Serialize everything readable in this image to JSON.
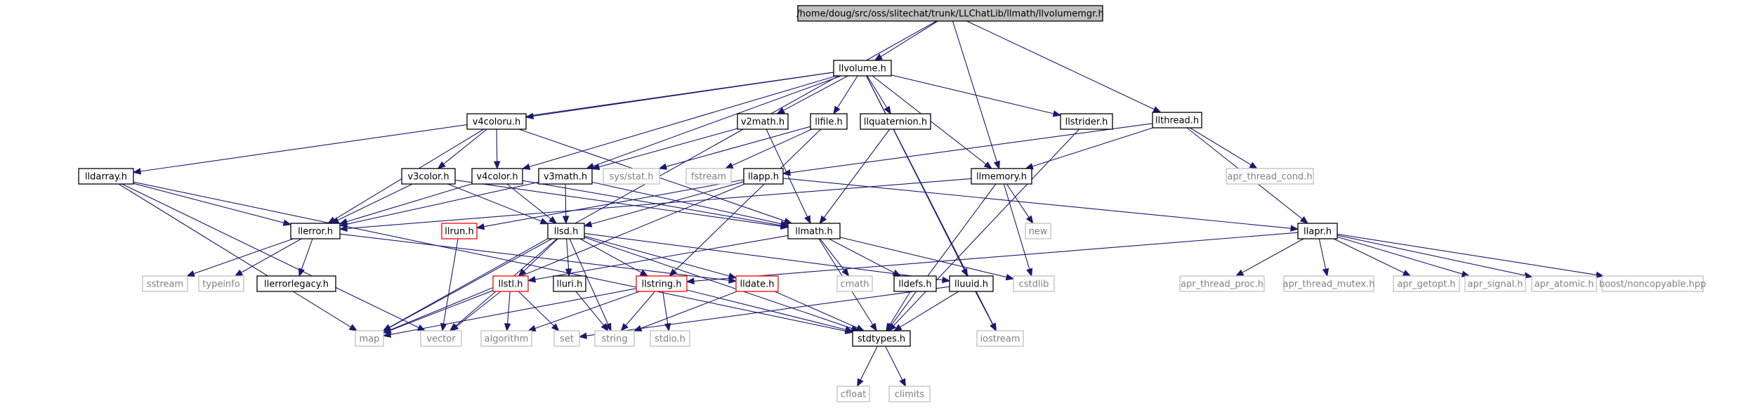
{
  "colors": {
    "edge": "#191970",
    "root_fill": "#bfbfbf",
    "normal_border": "#000000",
    "external_border": "#bfbfbf",
    "external_text": "#7f7f7f",
    "truncated_border": "#ff0000"
  },
  "nodes": [
    {
      "id": "root",
      "label": "/home/doug/src/oss/slitechat/trunk/LLChatLib/llmath/llvolumemgr.h",
      "kind": "root"
    },
    {
      "id": "llvolume",
      "label": "llvolume.h",
      "kind": "normal"
    },
    {
      "id": "llthread",
      "label": "llthread.h",
      "kind": "normal"
    },
    {
      "id": "map",
      "label": "map",
      "kind": "external"
    },
    {
      "id": "v4coloru",
      "label": "v4coloru.h",
      "kind": "normal"
    },
    {
      "id": "v2math",
      "label": "v2math.h",
      "kind": "normal"
    },
    {
      "id": "llfile",
      "label": "llfile.h",
      "kind": "normal"
    },
    {
      "id": "llquaternion",
      "label": "llquaternion.h",
      "kind": "normal"
    },
    {
      "id": "llstrider",
      "label": "llstrider.h",
      "kind": "normal"
    },
    {
      "id": "lldarray",
      "label": "lldarray.h",
      "kind": "normal"
    },
    {
      "id": "v3color",
      "label": "v3color.h",
      "kind": "normal"
    },
    {
      "id": "v4color",
      "label": "v4color.h",
      "kind": "normal"
    },
    {
      "id": "v3math",
      "label": "v3math.h",
      "kind": "normal"
    },
    {
      "id": "sysstat",
      "label": "sys/stat.h",
      "kind": "external"
    },
    {
      "id": "fstream",
      "label": "fstream",
      "kind": "external"
    },
    {
      "id": "llapp",
      "label": "llapp.h",
      "kind": "normal"
    },
    {
      "id": "llmemory",
      "label": "llmemory.h",
      "kind": "normal"
    },
    {
      "id": "aprthreadcond",
      "label": "apr_thread_cond.h",
      "kind": "external"
    },
    {
      "id": "llerror",
      "label": "llerror.h",
      "kind": "normal"
    },
    {
      "id": "llrun",
      "label": "llrun.h",
      "kind": "truncated"
    },
    {
      "id": "llsd",
      "label": "llsd.h",
      "kind": "normal"
    },
    {
      "id": "llmath",
      "label": "llmath.h",
      "kind": "normal"
    },
    {
      "id": "new",
      "label": "new",
      "kind": "external"
    },
    {
      "id": "llapr",
      "label": "llapr.h",
      "kind": "normal"
    },
    {
      "id": "sstream",
      "label": "sstream",
      "kind": "external"
    },
    {
      "id": "typeinfo",
      "label": "typeinfo",
      "kind": "external"
    },
    {
      "id": "llerrorlegacy",
      "label": "llerrorlegacy.h",
      "kind": "normal"
    },
    {
      "id": "llstl",
      "label": "llstl.h",
      "kind": "truncated"
    },
    {
      "id": "lluri",
      "label": "lluri.h",
      "kind": "normal"
    },
    {
      "id": "llstring",
      "label": "llstring.h",
      "kind": "truncated"
    },
    {
      "id": "lldate",
      "label": "lldate.h",
      "kind": "truncated"
    },
    {
      "id": "cmath",
      "label": "cmath",
      "kind": "external"
    },
    {
      "id": "lldefs",
      "label": "lldefs.h",
      "kind": "normal"
    },
    {
      "id": "llluuid",
      "label": "lluuid.h",
      "kind": "normal"
    },
    {
      "id": "cstdlib",
      "label": "cstdlib",
      "kind": "external"
    },
    {
      "id": "aprthreadproc",
      "label": "apr_thread_proc.h",
      "kind": "external"
    },
    {
      "id": "aprthreadmutex",
      "label": "apr_thread_mutex.h",
      "kind": "external"
    },
    {
      "id": "aprgetopt",
      "label": "apr_getopt.h",
      "kind": "external"
    },
    {
      "id": "aprsignal",
      "label": "apr_signal.h",
      "kind": "external"
    },
    {
      "id": "apratomic",
      "label": "apr_atomic.h",
      "kind": "external"
    },
    {
      "id": "boostnoncopyable",
      "label": "boost/noncopyable.hpp",
      "kind": "external"
    },
    {
      "id": "vector",
      "label": "vector",
      "kind": "external"
    },
    {
      "id": "algorithm",
      "label": "algorithm",
      "kind": "external"
    },
    {
      "id": "set",
      "label": "set",
      "kind": "external"
    },
    {
      "id": "string",
      "label": "string",
      "kind": "external"
    },
    {
      "id": "stdio",
      "label": "stdio.h",
      "kind": "external"
    },
    {
      "id": "stdtypes",
      "label": "stdtypes.h",
      "kind": "normal"
    },
    {
      "id": "iostream",
      "label": "iostream",
      "kind": "external"
    },
    {
      "id": "cfloat",
      "label": "cfloat",
      "kind": "external"
    },
    {
      "id": "climits",
      "label": "climits",
      "kind": "external"
    }
  ],
  "edges": [
    [
      "root",
      "llvolume"
    ],
    [
      "root",
      "llthread"
    ],
    [
      "root",
      "map"
    ],
    [
      "root",
      "llmemory"
    ],
    [
      "llvolume",
      "v4coloru"
    ],
    [
      "llvolume",
      "v2math"
    ],
    [
      "llvolume",
      "llfile"
    ],
    [
      "llvolume",
      "llquaternion"
    ],
    [
      "llvolume",
      "llstrider"
    ],
    [
      "llvolume",
      "lldarray"
    ],
    [
      "llvolume",
      "v4color"
    ],
    [
      "llvolume",
      "v3math"
    ],
    [
      "llvolume",
      "llmemory"
    ],
    [
      "llvolume",
      "llluuid"
    ],
    [
      "llvolume",
      "iostream"
    ],
    [
      "llthread",
      "llapp"
    ],
    [
      "llthread",
      "llmemory"
    ],
    [
      "llthread",
      "aprthreadcond"
    ],
    [
      "llthread",
      "llapr"
    ],
    [
      "v4coloru",
      "v3color"
    ],
    [
      "v4coloru",
      "v4color"
    ],
    [
      "v4coloru",
      "llerror"
    ],
    [
      "v4coloru",
      "llmath"
    ],
    [
      "v2math",
      "v3math"
    ],
    [
      "v2math",
      "llmath"
    ],
    [
      "llfile",
      "sysstat"
    ],
    [
      "llfile",
      "fstream"
    ],
    [
      "llfile",
      "llstring"
    ],
    [
      "llquaternion",
      "llmath"
    ],
    [
      "llstrider",
      "stdtypes"
    ],
    [
      "lldarray",
      "llerror"
    ],
    [
      "lldarray",
      "map"
    ],
    [
      "lldarray",
      "vector"
    ],
    [
      "lldarray",
      "stdtypes"
    ],
    [
      "v3color",
      "llerror"
    ],
    [
      "v3color",
      "llmath"
    ],
    [
      "v3color",
      "llsd"
    ],
    [
      "v4color",
      "llerror"
    ],
    [
      "v4color",
      "llmath"
    ],
    [
      "v4color",
      "llsd"
    ],
    [
      "v3math",
      "llerror"
    ],
    [
      "v3math",
      "llmath"
    ],
    [
      "v3math",
      "llsd"
    ],
    [
      "llapp",
      "llrun"
    ],
    [
      "llapp",
      "llsd"
    ],
    [
      "llapp",
      "llapr"
    ],
    [
      "llapp",
      "map"
    ],
    [
      "llmemory",
      "llerror"
    ],
    [
      "llmemory",
      "new"
    ],
    [
      "llmemory",
      "cstdlib"
    ],
    [
      "llmemory",
      "stdtypes"
    ],
    [
      "llerror",
      "sstream"
    ],
    [
      "llerror",
      "typeinfo"
    ],
    [
      "llerror",
      "llerrorlegacy"
    ],
    [
      "llerror",
      "lldate"
    ],
    [
      "llrun",
      "vector"
    ],
    [
      "llsd",
      "llstl"
    ],
    [
      "llsd",
      "lluri"
    ],
    [
      "llsd",
      "llstring"
    ],
    [
      "llsd",
      "lldate"
    ],
    [
      "llsd",
      "llluuid"
    ],
    [
      "llsd",
      "map"
    ],
    [
      "llsd",
      "string"
    ],
    [
      "llsd",
      "vector"
    ],
    [
      "llsd",
      "stdtypes"
    ],
    [
      "llmath",
      "cmath"
    ],
    [
      "llmath",
      "lldefs"
    ],
    [
      "llmath",
      "llstl"
    ],
    [
      "llmath",
      "cstdlib"
    ],
    [
      "llmath",
      "stdtypes"
    ],
    [
      "llapr",
      "llstring"
    ],
    [
      "llapr",
      "aprthreadproc"
    ],
    [
      "llapr",
      "aprthreadmutex"
    ],
    [
      "llapr",
      "aprgetopt"
    ],
    [
      "llapr",
      "aprsignal"
    ],
    [
      "llapr",
      "apratomic"
    ],
    [
      "llapr",
      "boostnoncopyable"
    ],
    [
      "llstl",
      "map"
    ],
    [
      "llstl",
      "vector"
    ],
    [
      "llstl",
      "algorithm"
    ],
    [
      "llstl",
      "set"
    ],
    [
      "lluri",
      "string"
    ],
    [
      "llstring",
      "string"
    ],
    [
      "llstring",
      "stdio"
    ],
    [
      "llstring",
      "algorithm"
    ],
    [
      "llstring",
      "map"
    ],
    [
      "llstring",
      "stdtypes"
    ],
    [
      "lldate",
      "stdtypes"
    ],
    [
      "lldate",
      "string"
    ],
    [
      "lldefs",
      "stdtypes"
    ],
    [
      "llluuid",
      "set"
    ],
    [
      "llluuid",
      "iostream"
    ],
    [
      "llluuid",
      "stdtypes"
    ],
    [
      "stdtypes",
      "cfloat"
    ],
    [
      "stdtypes",
      "climits"
    ]
  ]
}
